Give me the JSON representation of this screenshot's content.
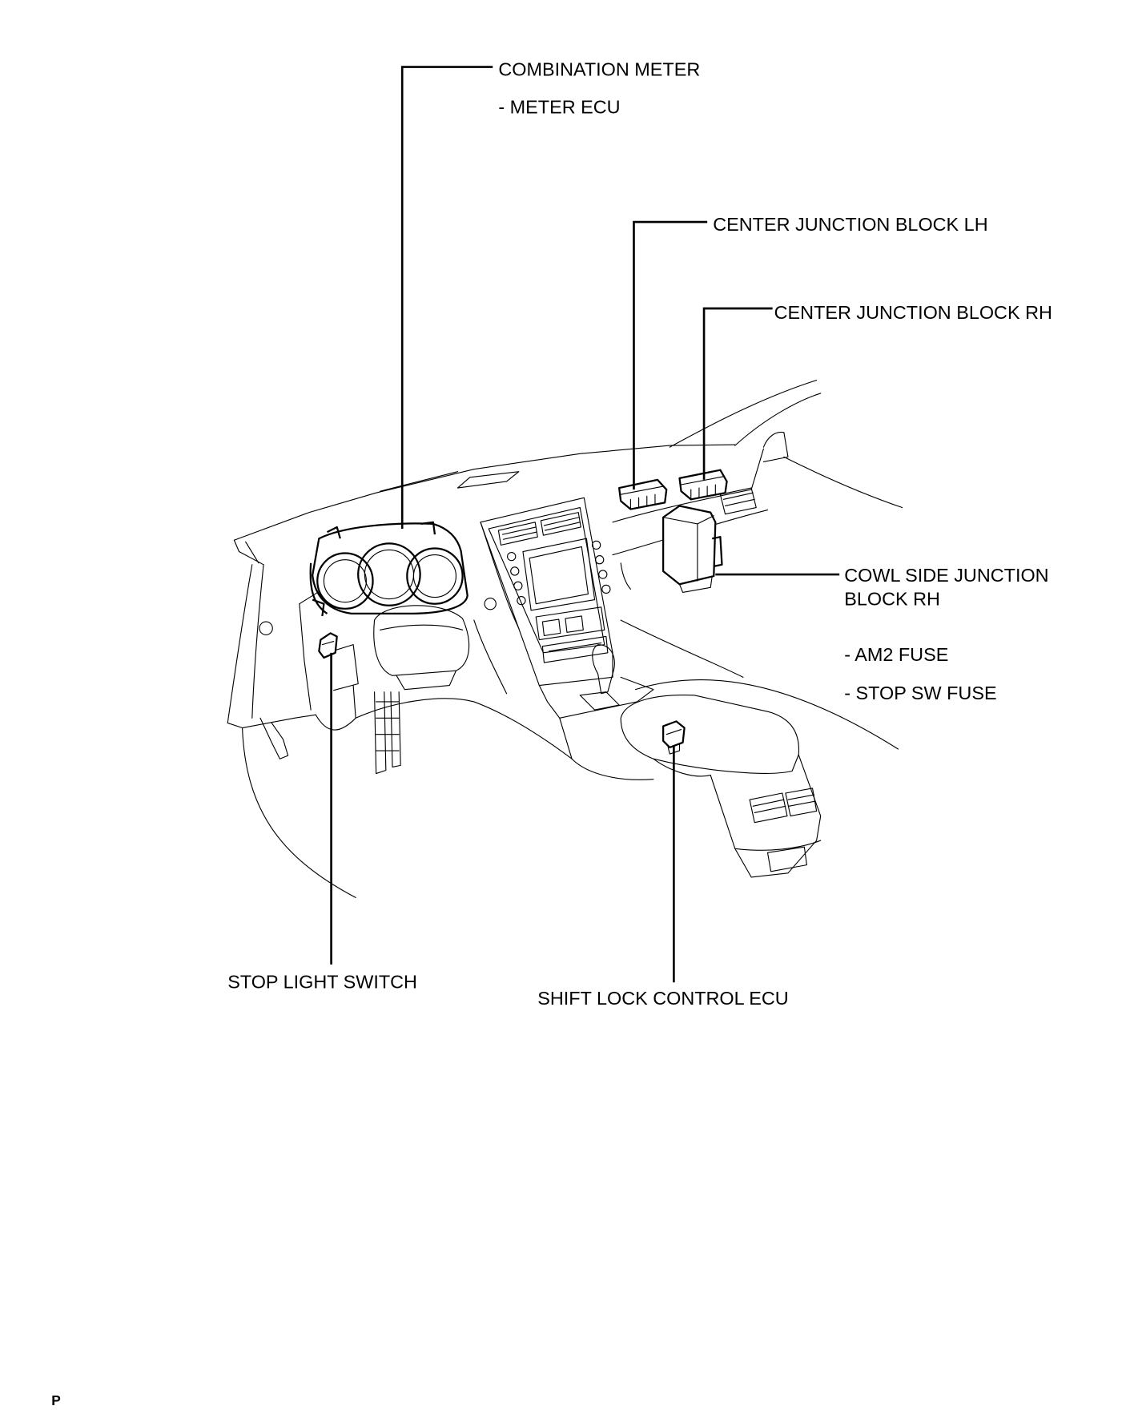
{
  "labels": {
    "combination_meter": "COMBINATION METER",
    "meter_ecu": "- METER ECU",
    "center_jb_lh": "CENTER JUNCTION BLOCK LH",
    "center_jb_rh": "CENTER JUNCTION BLOCK RH",
    "cowl_side_jb_line1": "COWL SIDE JUNCTION",
    "cowl_side_jb_line2": "BLOCK RH",
    "am2_fuse": "- AM2 FUSE",
    "stop_sw_fuse": "- STOP SW FUSE",
    "stop_light_switch": "STOP LIGHT SWITCH",
    "shift_lock_control_ecu": "SHIFT LOCK CONTROL ECU"
  },
  "corner_mark": "P"
}
